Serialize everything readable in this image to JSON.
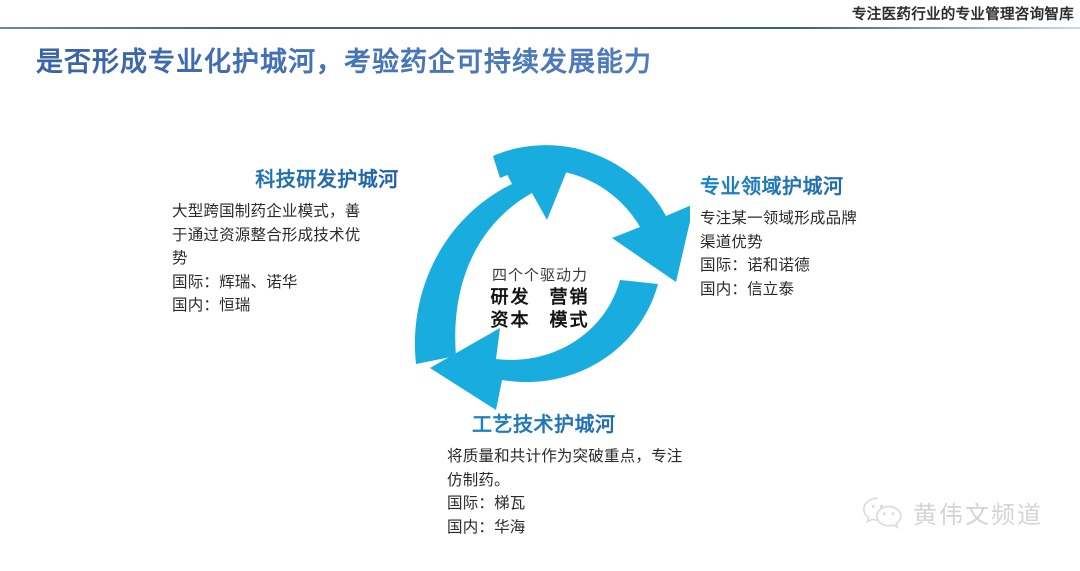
{
  "header": {
    "tagline": "专注医药行业的专业管理咨询智库"
  },
  "title": "是否形成专业化护城河，考验药企可持续发展能力",
  "moats": [
    {
      "id": "tech",
      "heading": "科技研发护城河",
      "lines": [
        "大型跨国制药企业模式，善",
        "于通过资源整合形成技术优",
        "势",
        "国际：辉瑞、诺华",
        "国内：恒瑞"
      ]
    },
    {
      "id": "domain",
      "heading": "专业领域护城河",
      "lines": [
        "专注某一领域形成品牌",
        "渠道优势",
        "国际：诺和诺德",
        "国内：信立泰"
      ]
    },
    {
      "id": "process",
      "heading": "工艺技术护城河",
      "lines": [
        "将质量和共计作为突破重点，专注",
        "仿制药。",
        "国际：梯瓦",
        "国内：华海"
      ]
    }
  ],
  "cycle": {
    "center_label": "四个个驱动力",
    "drivers_row1": [
      "研发",
      "营销"
    ],
    "drivers_row2": [
      "资本",
      "模式"
    ],
    "arrow_color": "#19ACDF",
    "arrow_count": 3
  },
  "watermark": {
    "icon": "wechat-icon",
    "text": "黄伟文频道"
  },
  "colors": {
    "title_blue": "#4473B6",
    "heading_blue": "#2272B4",
    "rule_blue": "#3C5C8C",
    "arrow_cyan": "#19ACDF",
    "body_text": "#2B2B2B",
    "background": "#FFFFFF"
  }
}
